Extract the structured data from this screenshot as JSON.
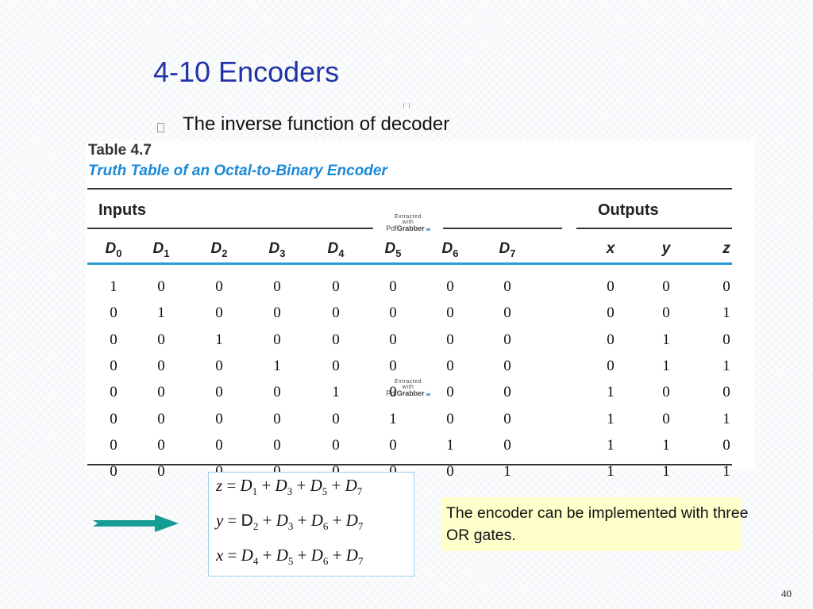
{
  "slide": {
    "title": "4-10 Encoders",
    "bullet": "The inverse function of decoder",
    "page_number": "40"
  },
  "table": {
    "number": "Table 4.7",
    "caption": "Truth Table of an Octal-to-Binary Encoder",
    "inputs_label": "Inputs",
    "outputs_label": "Outputs",
    "input_columns": [
      {
        "name": "D",
        "sub": "0"
      },
      {
        "name": "D",
        "sub": "1"
      },
      {
        "name": "D",
        "sub": "2"
      },
      {
        "name": "D",
        "sub": "3"
      },
      {
        "name": "D",
        "sub": "4"
      },
      {
        "name": "D",
        "sub": "5"
      },
      {
        "name": "D",
        "sub": "6"
      },
      {
        "name": "D",
        "sub": "7"
      }
    ],
    "output_columns": [
      "x",
      "y",
      "z"
    ],
    "rows": [
      [
        "1",
        "0",
        "0",
        "0",
        "0",
        "0",
        "0",
        "0",
        "0",
        "0",
        "0"
      ],
      [
        "0",
        "1",
        "0",
        "0",
        "0",
        "0",
        "0",
        "0",
        "0",
        "0",
        "1"
      ],
      [
        "0",
        "0",
        "1",
        "0",
        "0",
        "0",
        "0",
        "0",
        "0",
        "1",
        "0"
      ],
      [
        "0",
        "0",
        "0",
        "1",
        "0",
        "0",
        "0",
        "0",
        "0",
        "1",
        "1"
      ],
      [
        "0",
        "0",
        "0",
        "0",
        "1",
        "0",
        "0",
        "0",
        "1",
        "0",
        "0"
      ],
      [
        "0",
        "0",
        "0",
        "0",
        "0",
        "1",
        "0",
        "0",
        "1",
        "0",
        "1"
      ],
      [
        "0",
        "0",
        "0",
        "0",
        "0",
        "0",
        "1",
        "0",
        "1",
        "1",
        "0"
      ],
      [
        "0",
        "0",
        "0",
        "0",
        "0",
        "0",
        "0",
        "1",
        "1",
        "1",
        "1"
      ]
    ]
  },
  "watermark": {
    "line1": "Extracted",
    "line2": "with",
    "brand_prefix": "Pdf",
    "brand_name": "Grabber"
  },
  "equations": {
    "z": {
      "lhs": "z",
      "op": "=",
      "terms": [
        {
          "v": "D",
          "s": "1"
        },
        {
          "v": "D",
          "s": "3"
        },
        {
          "v": "D",
          "s": "5"
        },
        {
          "v": "D",
          "s": "7"
        }
      ]
    },
    "y": {
      "lhs": "y",
      "op": "=",
      "terms": [
        {
          "v": "D",
          "s": "2"
        },
        {
          "v": "D",
          "s": "3"
        },
        {
          "v": "D",
          "s": "6"
        },
        {
          "v": "D",
          "s": "7"
        }
      ]
    },
    "x": {
      "lhs": "x",
      "op": "=",
      "terms": [
        {
          "v": "D",
          "s": "4"
        },
        {
          "v": "D",
          "s": "5"
        },
        {
          "v": "D",
          "s": "6"
        },
        {
          "v": "D",
          "s": "7"
        }
      ]
    },
    "plus": "+"
  },
  "note": "The encoder can be implemented with three OR gates.",
  "colors": {
    "title": "#2233a8",
    "caption": "#1a8ad8",
    "rule_blue": "#2a9bd6",
    "arrow": "#169c94",
    "note_bg": "#ffffcc"
  }
}
